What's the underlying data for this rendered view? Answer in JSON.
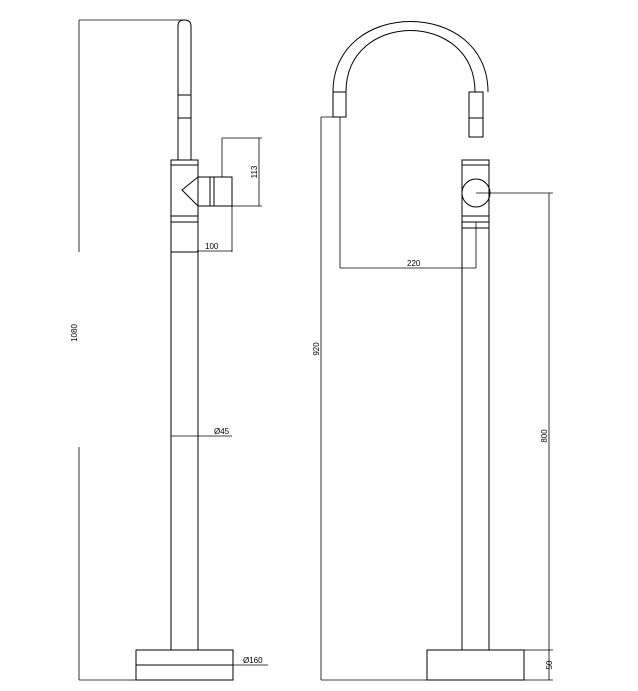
{
  "drawing": {
    "left_view": {
      "height_dim": "1080",
      "spout_height_dim": "113",
      "handle_reach_dim": "100",
      "pipe_diameter_dim": "Ø45",
      "base_diameter_dim": "Ø160"
    },
    "right_view": {
      "spout_height_dim": "920",
      "spout_reach_dim": "220",
      "handle_height_dim": "800",
      "base_height_dim": "50"
    },
    "colors": {
      "line": "#000000",
      "background": "#ffffff"
    }
  }
}
